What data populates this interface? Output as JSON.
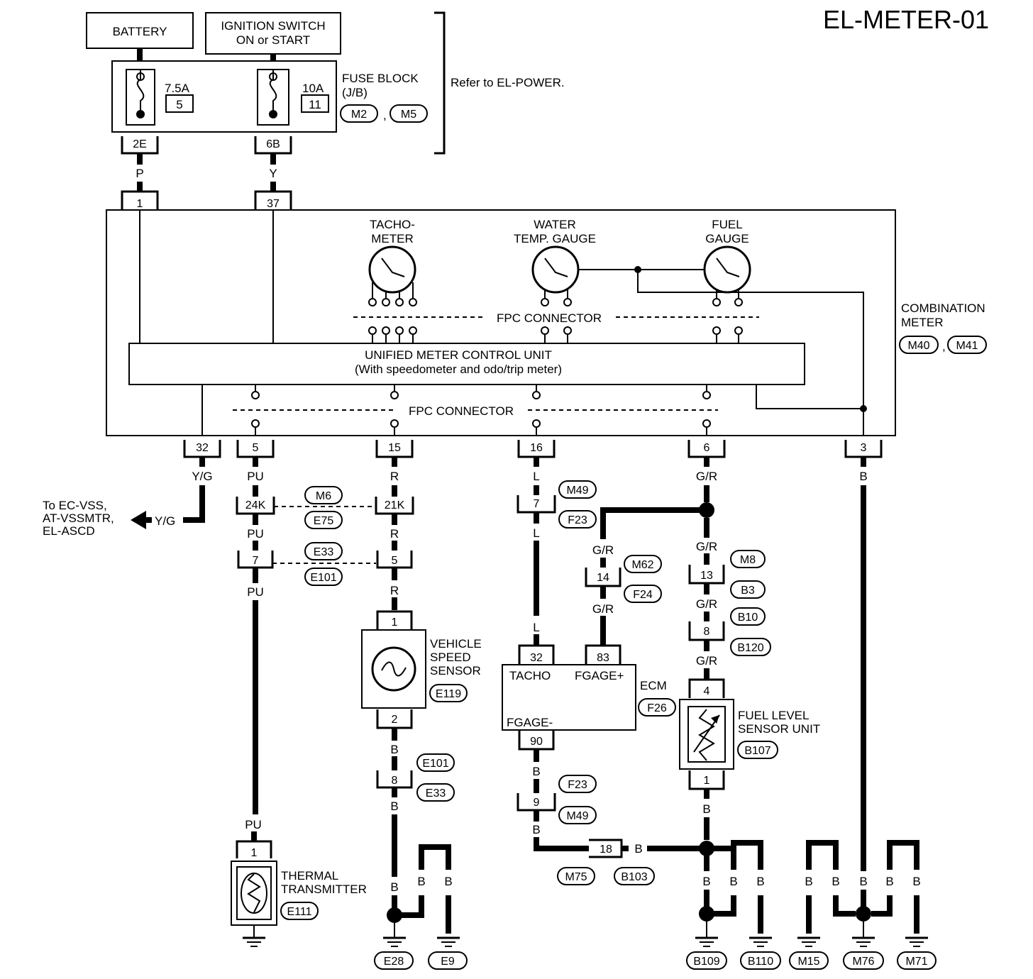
{
  "diagram_id": "EL-METER-01",
  "power": {
    "battery": "BATTERY",
    "ignition_line1": "IGNITION SWITCH",
    "ignition_line2": "ON or START"
  },
  "fuse_block": {
    "title_line1": "FUSE BLOCK",
    "title_line2": "(J/B)",
    "fuse_a_amp": "7.5A",
    "fuse_a_num": "5",
    "fuse_b_amp": "10A",
    "fuse_b_num": "11",
    "conn_1": "M2",
    "conn_2": "M5",
    "refer": "Refer to EL-POWER.",
    "term_a": "2E",
    "term_b": "6B"
  },
  "combination_meter": {
    "label_line1": "COMBINATION",
    "label_line2": "METER",
    "conn_1": "M40",
    "conn_2": "M41",
    "tacho_line1": "TACHO-",
    "tacho_line2": "METER",
    "water_line1": "WATER",
    "water_line2": "TEMP. GAUGE",
    "fuel_line1": "FUEL",
    "fuel_line2": "GAUGE",
    "fpc": "FPC CONNECTOR",
    "unit_line1": "UNIFIED METER CONTROL UNIT",
    "unit_line2": "(With speedometer and odo/trip meter)",
    "pins_top": [
      "1",
      "37"
    ],
    "pins_bottom": [
      "32",
      "5",
      "15",
      "16",
      "6",
      "3"
    ]
  },
  "wires": {
    "p": "P",
    "y": "Y",
    "yg": "Y/G",
    "pu": "PU",
    "r": "R",
    "l": "L",
    "gr": "G/R",
    "b": "B"
  },
  "to_note": [
    "To EC-VSS,",
    "AT-VSSMTR,",
    "EL-ASCD"
  ],
  "connectors": {
    "c24k": "24K",
    "c21k": "21K",
    "c7a": "7",
    "c5": "5",
    "c7b": "7",
    "c14": "14",
    "c13": "13",
    "c8a": "8",
    "c8b": "8",
    "c9": "9",
    "c18": "18",
    "vss1": "1",
    "vss2": "2",
    "tt1": "1",
    "fl4": "4",
    "fl1": "1",
    "ecm32": "32",
    "ecm83": "83",
    "ecm90": "90",
    "m6": "M6",
    "e75": "E75",
    "e33a": "E33",
    "e101a": "E101",
    "m49a": "M49",
    "f23a": "F23",
    "m62": "M62",
    "f24": "F24",
    "m8": "M8",
    "b3": "B3",
    "b10": "B10",
    "b120": "B120",
    "e101b": "E101",
    "e33b": "E33",
    "f23b": "F23",
    "m49b": "M49",
    "m75": "M75",
    "b103": "B103"
  },
  "components": {
    "vss_line1": "VEHICLE",
    "vss_line2": "SPEED",
    "vss_line3": "SENSOR",
    "vss_conn": "E119",
    "ecm": "ECM",
    "ecm_conn": "F26",
    "ecm_tacho": "TACHO",
    "ecm_fgp": "FGAGE+",
    "ecm_fgm": "FGAGE-",
    "fl_line1": "FUEL LEVEL",
    "fl_line2": "SENSOR UNIT",
    "fl_conn": "B107",
    "tt_line1": "THERMAL",
    "tt_line2": "TRANSMITTER",
    "tt_conn": "E111"
  },
  "grounds": [
    "E28",
    "E9",
    "B109",
    "B110",
    "M15",
    "M76",
    "M71"
  ]
}
